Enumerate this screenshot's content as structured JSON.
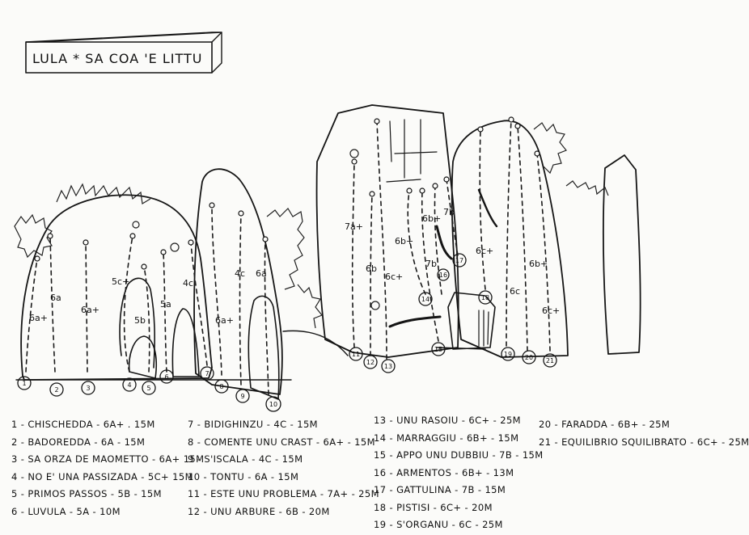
{
  "title": "LULA * SA COA 'E LITTU",
  "routes": [
    {
      "n": "1",
      "label": "1 - CHISCHEDDA - 6a+ . 15m",
      "grade": "6a+"
    },
    {
      "n": "2",
      "label": "2 - BADOREDDA - 6a - 15m",
      "grade": "6a"
    },
    {
      "n": "3",
      "label": "3 - SA ORZA DE MAOMETTO - 6a+ 15m",
      "grade": "6a+"
    },
    {
      "n": "4",
      "label": "4 - NO E' UNA PASSIZADA - 5c+ 15m",
      "grade": "5c+"
    },
    {
      "n": "5",
      "label": "5 - PRIMOS PASSOS - 5b - 15m",
      "grade": "5b"
    },
    {
      "n": "6",
      "label": "6 - LUVULA - 5a - 10m",
      "grade": "5a"
    },
    {
      "n": "7",
      "label": "7 - BIDIGHINZU - 4c - 15m",
      "grade": "4c"
    },
    {
      "n": "8",
      "label": "8 - COMENTE UNU CRAST - 6a+ - 15m",
      "grade": "6a+"
    },
    {
      "n": "9",
      "label": "9 - S'ISCALA - 4c - 15m",
      "grade": "4c"
    },
    {
      "n": "10",
      "label": "10 - TONTU - 6a - 15m",
      "grade": "6a"
    },
    {
      "n": "11",
      "label": "11 - ESTE UNU PROBLEMA - 7a+ - 25m",
      "grade": "7a+"
    },
    {
      "n": "12",
      "label": "12 - UNU ARBURE - 6b - 20m",
      "grade": "6b"
    },
    {
      "n": "13",
      "label": "13 - UNU RASOIU - 6c+ - 25m",
      "grade": "6c+"
    },
    {
      "n": "14",
      "label": "14 - MARRAGGIU - 6b+ - 15m",
      "grade": "6b+"
    },
    {
      "n": "15",
      "label": "15 - APPO UNU DUBBIU - 7b - 15m",
      "grade": "7b"
    },
    {
      "n": "16",
      "label": "16 - ARMENTOS - 6b+ - 13m",
      "grade": "6b+"
    },
    {
      "n": "17",
      "label": "17 - GATTULINA - 7b - 15m",
      "grade": "7b"
    },
    {
      "n": "18",
      "label": "18 - PISTISI - 6c+ - 20m",
      "grade": "6c+"
    },
    {
      "n": "19",
      "label": "19 - S'ORGANU - 6c - 25m",
      "grade": "6c"
    },
    {
      "n": "20",
      "label": "20 - FARADDA - 6b+ - 25m",
      "grade": "6b+"
    },
    {
      "n": "21",
      "label": "21 - EQUILIBRIO SQUILIBRATO - 6c+ - 25m",
      "grade": "6c+"
    }
  ]
}
